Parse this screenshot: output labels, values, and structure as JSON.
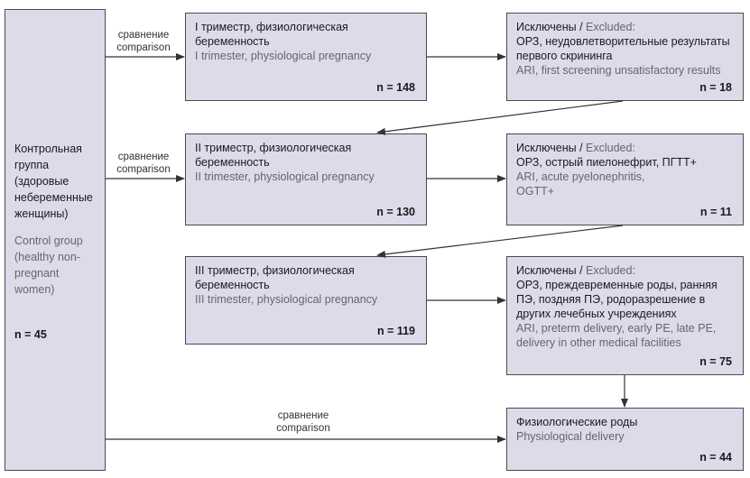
{
  "control": {
    "ru": "Контрольная группа (здоровые небеременные женщины)",
    "en": "Control group (healthy non-pregnant women)",
    "n": "n = 45"
  },
  "comparison": {
    "ru": "сравнение",
    "en": "comparison"
  },
  "trimesters": [
    {
      "ru": "I триместр, физиологическая беременность",
      "en": "I trimester, physiological pregnancy",
      "n": "n = 148"
    },
    {
      "ru": "II триместр, физиологическая беременность",
      "en": "II trimester, physiological pregnancy",
      "n": "n = 130"
    },
    {
      "ru": "III триместр, физиологическая беременность",
      "en": "III trimester, physiological pregnancy",
      "n": "n = 119"
    }
  ],
  "excluded_label": {
    "ru": "Исключены",
    "sep": " / ",
    "en": "Excluded:"
  },
  "exclusions": [
    {
      "ru": "ОРЗ, неудовлетворительные результаты первого скрининга",
      "en": "ARI, first screening unsatisfactory results",
      "n": "n = 18"
    },
    {
      "ru": "ОРЗ, острый пиелонефрит, ПГТТ+",
      "en": "ARI, acute pyelonephritis, OGTT+",
      "n": "n = 11"
    },
    {
      "ru": "ОРЗ, преждевременные роды, ранняя ПЭ, поздняя ПЭ, родоразрешение в других лечебных учреждениях",
      "en": "ARI, preterm delivery, early PE, late PE, delivery in other medical facilities",
      "n": "n = 75"
    }
  ],
  "delivery": {
    "ru": "Физиологические роды",
    "en": "Physiological delivery",
    "n": "n = 44"
  }
}
